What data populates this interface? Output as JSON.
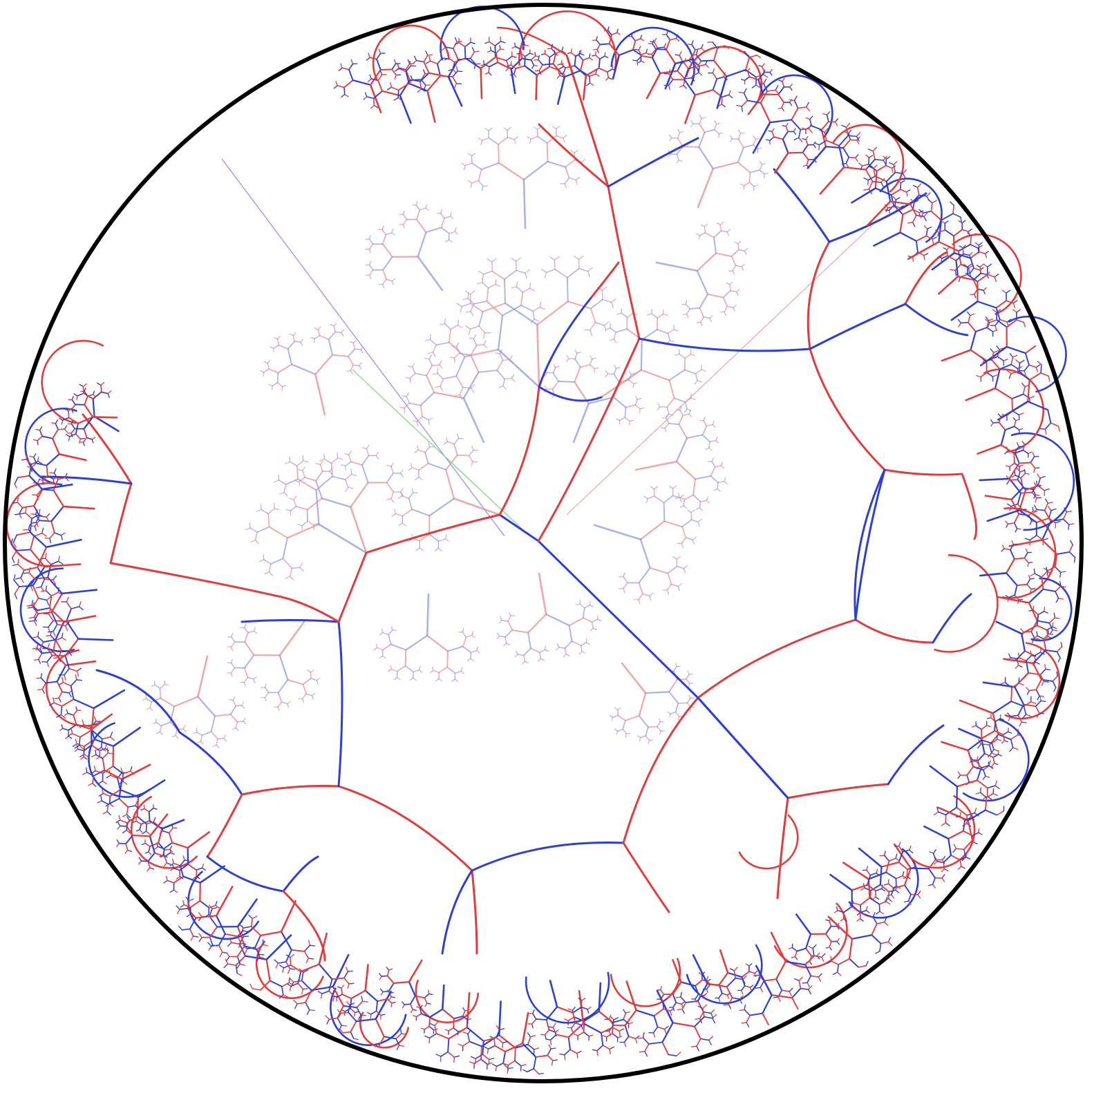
{
  "figure": {
    "kind": "hyperbolic-disk-tiling",
    "model": "Poincare disk",
    "title": "",
    "colors": {
      "background": "#ffffff",
      "boundary": "#000000",
      "edge_red": "#e23b3b",
      "edge_blue": "#2b3fd6",
      "faded_red": "#ea8a8a",
      "faded_blue": "#8a97ea",
      "axis_blue": "#8a8cf2",
      "axis_green": "#7ad27a",
      "axis_red": "#f0a0a0"
    },
    "edge_color_alternation": [
      "red",
      "blue"
    ],
    "depth_levels": 6
  }
}
